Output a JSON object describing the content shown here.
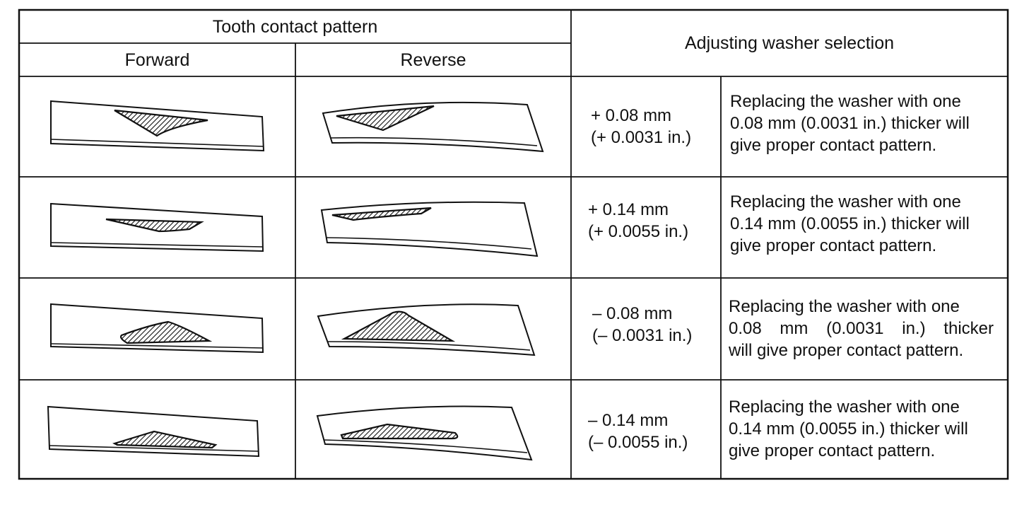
{
  "table": {
    "header_tooth": "Tooth contact pattern",
    "header_forward": "Forward",
    "header_reverse": "Reverse",
    "header_washer": "Adjusting washer selection",
    "rows": [
      {
        "delta_mm": "+ 0.08 mm",
        "delta_in": "(+ 0.0031 in.)",
        "desc": [
          "Replacing the washer with one",
          "0.08 mm (0.0031 in.) thicker will",
          "give proper contact pattern."
        ]
      },
      {
        "delta_mm": "+ 0.14 mm",
        "delta_in": "(+ 0.0055 in.)",
        "desc": [
          "Replacing the washer with one",
          "0.14 mm (0.0055 in.) thicker will",
          "give proper contact pattern."
        ]
      },
      {
        "delta_mm": "– 0.08 mm",
        "delta_in": "(– 0.0031 in.)",
        "desc": [
          "Replacing the washer with one",
          "0.08 mm (0.0031 in.) thicker",
          "will give proper contact pattern."
        ]
      },
      {
        "delta_mm": "– 0.14 mm",
        "delta_in": "(– 0.0055 in.)",
        "desc": [
          "Replacing the washer with one",
          "0.14 mm (0.0055 in.) thicker will",
          "give proper contact pattern."
        ]
      }
    ]
  }
}
